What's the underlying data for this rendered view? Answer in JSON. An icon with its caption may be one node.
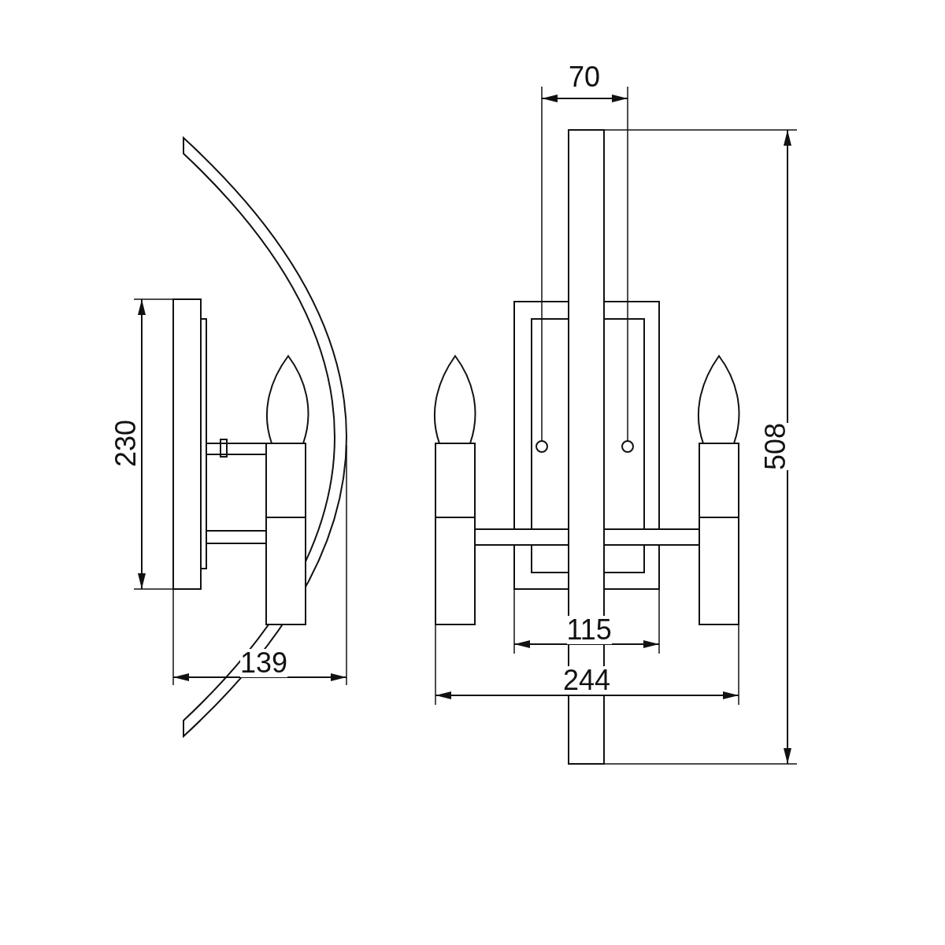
{
  "diagram": {
    "labels": [
      "70",
      "230",
      "508",
      "139",
      "115",
      "244"
    ]
  }
}
